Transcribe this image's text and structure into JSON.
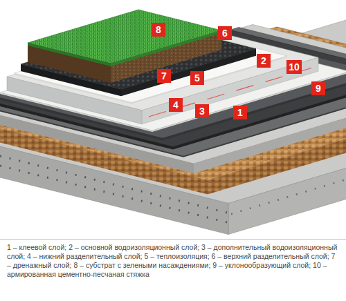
{
  "diagram": {
    "caption": "1 – клеевой слой; 2 – основной водоизоляционный слой; 3 – дополнительный водоизоляционный слой; 4 – нижний разделительный слой; 5 – теплоизоляция; 6 – верхний разделительный слой; 7 – дренажный слой; 8 – субстрат с зелеными насаждениями; 9 – уклонообразующий слой; 10 – армированная цементно-песчаная стяжка",
    "labels": [
      "8",
      "6",
      "2",
      "10",
      "7",
      "5",
      "9",
      "4",
      "3",
      "1"
    ]
  }
}
